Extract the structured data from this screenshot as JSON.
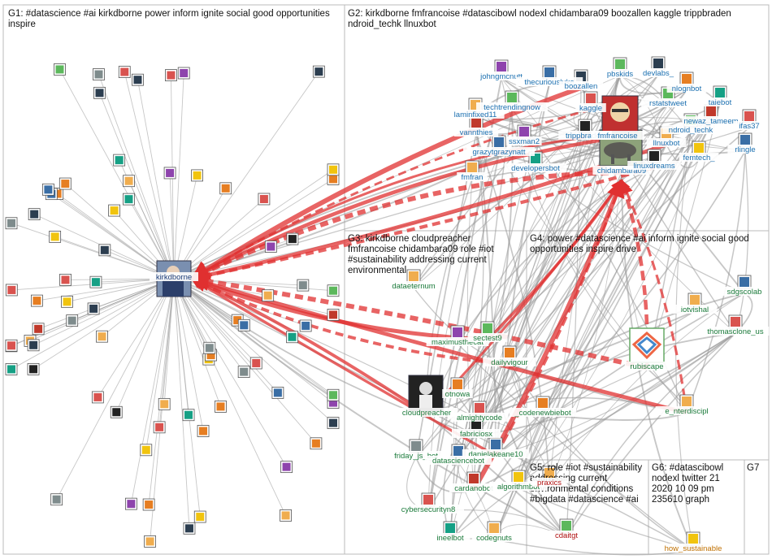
{
  "groups": [
    {
      "id": "G1",
      "label_lines": [
        "G1: #datascience #ai kirkdborne power inform ignite social good opportunities",
        "inspire"
      ]
    },
    {
      "id": "G2",
      "label_lines": [
        "G2: kirkdborne fmfrancoise #datascibowl nodexl chidambara09 boozallen kaggle trippbraden",
        "ndroid_techk llnuxbot"
      ]
    },
    {
      "id": "G3",
      "label_lines": [
        "G3: kirkdborne cloudpreacher",
        "fmfrancoise chidambara09 role #iot",
        "#sustainability addressing current",
        "environmental"
      ]
    },
    {
      "id": "G4",
      "label_lines": [
        "G4: power #datascience #ai inform ignite social good",
        "opportunities inspire drive"
      ]
    },
    {
      "id": "G5",
      "label_lines": [
        "G5: role #iot #sustainability",
        "addressing current",
        "environmental conditions",
        "#bigdata #datascience #ai"
      ]
    },
    {
      "id": "G6",
      "label_lines": [
        "G6: #datascibowl",
        "nodexl twitter 21",
        "2020 10 09 pm",
        "235610 graph"
      ]
    },
    {
      "id": "G7",
      "label_lines": [
        "G7"
      ]
    }
  ],
  "colors": {
    "border": "#bbbbbb",
    "edge_grey": "#999999",
    "edge_red": "#e03030",
    "g1_label": "#1f3f7a",
    "g2_label": "#1a6fb0",
    "g3_label": "#1a7a3a",
    "g5_label": "#b01010",
    "g6_label": "#c07000"
  },
  "nodes": [
    {
      "name": "kirkdborne",
      "group": "G1",
      "big": true
    },
    {
      "name": "johngmcnutt",
      "group": "G2"
    },
    {
      "name": "thecuriousluke",
      "group": "G2"
    },
    {
      "name": "boozallen",
      "group": "G2"
    },
    {
      "name": "pbskids",
      "group": "G2"
    },
    {
      "name": "devlabs_",
      "group": "G2"
    },
    {
      "name": "nlognbot",
      "group": "G2"
    },
    {
      "name": "kaggle",
      "group": "G2"
    },
    {
      "name": "rstatstweet",
      "group": "G2"
    },
    {
      "name": "taiebot",
      "group": "G2"
    },
    {
      "name": "techtrendingnow",
      "group": "G2"
    },
    {
      "name": "newaz_tameem",
      "group": "G2"
    },
    {
      "name": "laminfixed11",
      "group": "G2"
    },
    {
      "name": "ndroid_techk",
      "group": "G2"
    },
    {
      "name": "ifas37",
      "group": "G2"
    },
    {
      "name": "vannthies",
      "group": "G2"
    },
    {
      "name": "ssxman2",
      "group": "G2"
    },
    {
      "name": "trippbraden",
      "group": "G2"
    },
    {
      "name": "fmfrancoise",
      "group": "G2"
    },
    {
      "name": "llnuxbot",
      "group": "G2"
    },
    {
      "name": "rlingle",
      "group": "G2"
    },
    {
      "name": "grazytgrazynatt",
      "group": "G2"
    },
    {
      "name": "femtech_",
      "group": "G2"
    },
    {
      "name": "developersbot",
      "group": "G2"
    },
    {
      "name": "chidambara09",
      "group": "G2",
      "big": true
    },
    {
      "name": "linuxdreams",
      "group": "G2"
    },
    {
      "name": "fmfran",
      "group": "G2"
    },
    {
      "name": "dataeternum",
      "group": "G3"
    },
    {
      "name": "maximusthecat",
      "group": "G3"
    },
    {
      "name": "sectest9",
      "group": "G3"
    },
    {
      "name": "dailyvigour",
      "group": "G3"
    },
    {
      "name": "otnowa",
      "group": "G3"
    },
    {
      "name": "cloudpreacher",
      "group": "G3",
      "big": true
    },
    {
      "name": "_codenewbiebot",
      "group": "G3"
    },
    {
      "name": "almightycode",
      "group": "G3"
    },
    {
      "name": "fabriciosx",
      "group": "G3"
    },
    {
      "name": "friday_js_bot",
      "group": "G3"
    },
    {
      "name": "danielakeane10",
      "group": "G3"
    },
    {
      "name": "datasciencebot",
      "group": "G3"
    },
    {
      "name": "cardanobot",
      "group": "G3"
    },
    {
      "name": "algorithmbot",
      "group": "G3"
    },
    {
      "name": "cybersecurityn8",
      "group": "G3"
    },
    {
      "name": "ineelbot",
      "group": "G3"
    },
    {
      "name": "codegnuts",
      "group": "G3"
    },
    {
      "name": "rubiscape",
      "group": "G4",
      "big": true
    },
    {
      "name": "sdgscolab",
      "group": "G4"
    },
    {
      "name": "iotvishal",
      "group": "G4"
    },
    {
      "name": "thomasclone_us",
      "group": "G4"
    },
    {
      "name": "e_nterdiscipl",
      "group": "G4"
    },
    {
      "name": "praxics",
      "group": "G5"
    },
    {
      "name": "cdaitgt",
      "group": "G5"
    },
    {
      "name": "how_sustainable",
      "group": "G6"
    }
  ]
}
